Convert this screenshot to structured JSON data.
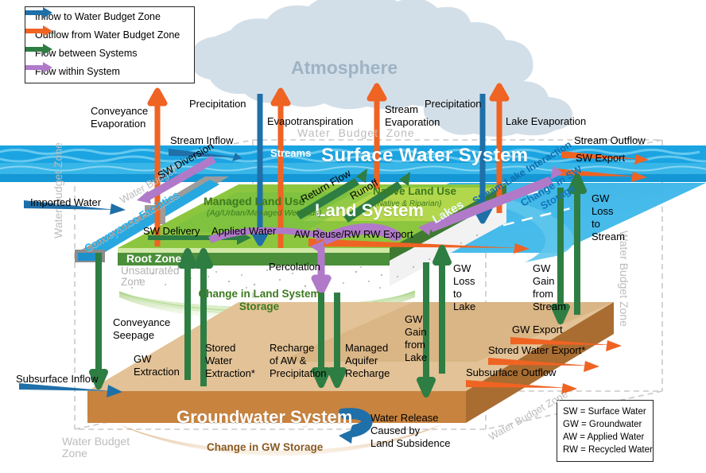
{
  "legend": {
    "items": [
      {
        "label": "Inflow to Water Budget Zone",
        "color": "#1f6fa8",
        "icon": "right-arrow-icon"
      },
      {
        "label": "Outflow from Water Budget Zone",
        "color": "#ef6323",
        "icon": "right-arrow-icon"
      },
      {
        "label": "Flow between Systems",
        "color": "#2e7d43",
        "icon": "right-arrow-icon"
      },
      {
        "label": "Flow within System",
        "color": "#b municipal",
        "icon": "right-arrow-icon"
      }
    ]
  },
  "legend_fix": {
    "items": [
      {
        "label": "Inflow to Water Budget Zone",
        "color": "#1f6fa8"
      },
      {
        "label": "Outflow from Water Budget Zone",
        "color": "#ef6323"
      },
      {
        "label": "Flow between Systems",
        "color": "#2e7d43"
      },
      {
        "label": "Flow within System",
        "color": "#b07ac9"
      }
    ]
  },
  "abbreviations": {
    "lines": [
      "SW = Surface Water",
      "GW = Groundwater",
      "AW = Applied Water",
      "RW = Recycled Water"
    ]
  },
  "systems": {
    "atmosphere": "Atmosphere",
    "surface_water": "Surface Water System",
    "land": "Land System",
    "groundwater": "Groundwater System"
  },
  "zone_labels": {
    "top": "Water  Budget  Zone",
    "left_upper": "Water Budget Zone",
    "left_lower": "Water Budget\nZone",
    "right": "Water Budget Zone",
    "diag_upper": "Water  Budget",
    "diag_zone": "Zone",
    "diag_lower": "Water Budget Zone"
  },
  "sublabels": {
    "streams": "Streams",
    "lakes": "Lakes",
    "managed_land_use": "Managed Land Use",
    "managed_land_use_sub": "(Ag/Urban/Managed Wetlands)",
    "native_land_use": "Native Land Use",
    "native_land_use_sub": "(Native & Riparian)",
    "root_zone": "Root Zone",
    "unsaturated_zone": "Unsaturated\nZone",
    "conveyance_facilities": "Conveyance Facilities"
  },
  "storage_labels": {
    "land": "Change in Land System\nStorage",
    "surface_water": "Change in SW\nStorage",
    "groundwater": "Change in GW Storage"
  },
  "flows": {
    "conveyance_evaporation": "Conveyance\nEvaporation",
    "precipitation_left": "Precipitation",
    "evapotranspiration": "Evapotranspiration",
    "stream_evaporation": "Stream\nEvaporation",
    "precipitation_right": "Precipitation",
    "lake_evaporation": "Lake Evaporation",
    "stream_inflow": "Stream Inflow",
    "stream_outflow": "Stream Outflow",
    "sw_export": "SW Export",
    "sw_diversion": "SW Diversion",
    "imported_water": "Imported Water",
    "return_flow": "Return Flow",
    "runoff": "Runoff",
    "sw_delivery": "SW Delivery",
    "applied_water": "Applied Water",
    "aw_reuse_rw": "AW Reuse/RW",
    "rw_export": "RW Export",
    "stream_lake_interaction": "Stream-Lake Interaction",
    "percolation": "Percolation",
    "conveyance_seepage": "Conveyance\nSeepage",
    "gw_extraction": "GW\nExtraction",
    "stored_water_extraction": "Stored\nWater\nExtraction*",
    "recharge_aw_precip": "Recharge\nof AW &\nPrecipitation",
    "managed_aquifer_recharge": "Managed\nAquifer\nRecharge",
    "gw_loss_to_lake": "GW\nLoss\nto\nLake",
    "gw_gain_from_lake": "GW\nGain\nfrom\nLake",
    "gw_gain_from_stream": "GW\nGain\nfrom\nStream",
    "gw_loss_to_stream": "GW\nLoss\nto\nStream",
    "gw_export": "GW Export",
    "stored_water_export": "Stored Water Export*",
    "subsurface_outflow": "Subsurface Outflow",
    "subsurface_inflow": "Subsurface Inflow",
    "water_release_subsidence": "Water Release\nCaused by\nLand Subsidence"
  },
  "colors": {
    "inflow": "#1f6fa8",
    "outflow": "#ef6323",
    "between": "#2e7d43",
    "within": "#b07ac9",
    "atmosphere": "#d3dfe8",
    "surface_water": "#2aa7e0",
    "land": "#8cc63f",
    "groundwater": "#c8833f",
    "zone_gray": "#bcbcbc"
  }
}
